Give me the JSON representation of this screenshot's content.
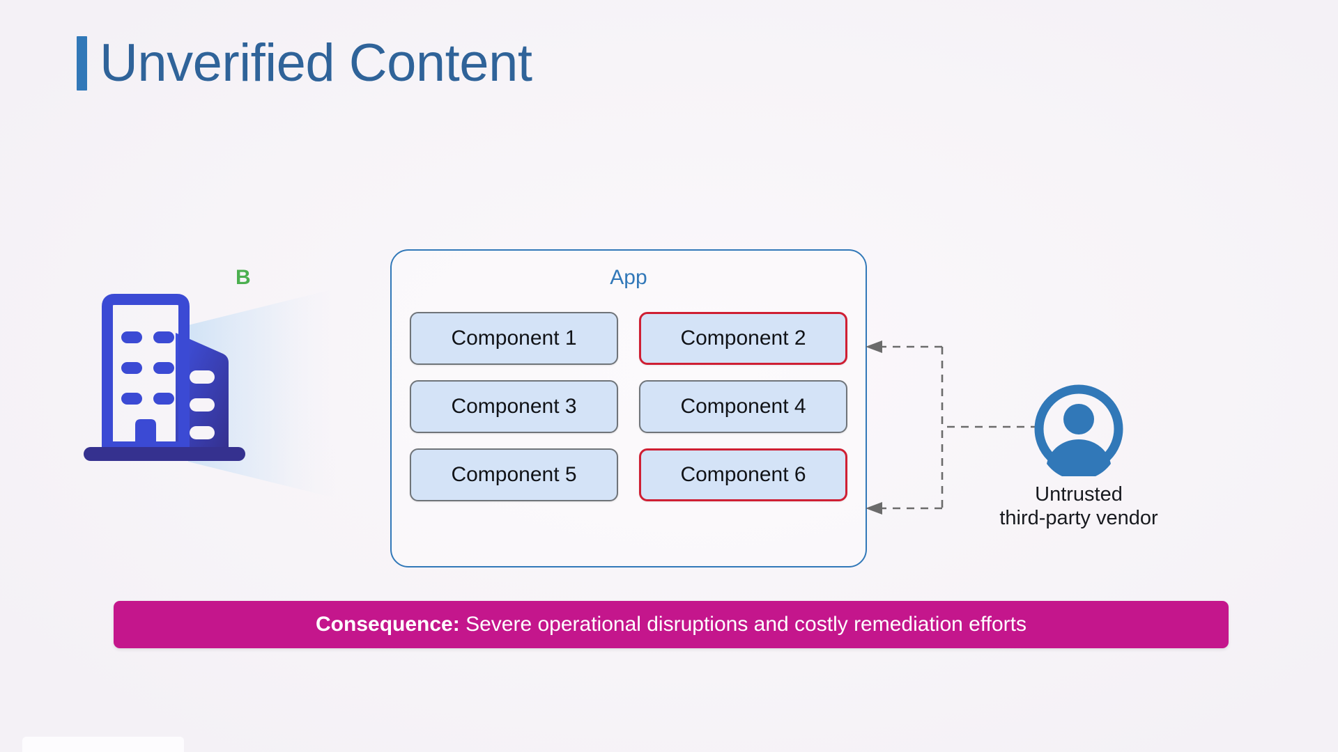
{
  "slide": {
    "title": "Unverified Content",
    "accent_color": "#3178b8",
    "background_color": "#f7f4f8"
  },
  "company": {
    "label": "B",
    "label_color": "#4caf50",
    "icon": "office-building-icon",
    "building_color": "#3b4ad4",
    "beam_color": "#cfe2f6"
  },
  "app": {
    "title": "App",
    "border_color": "#3178b8",
    "components": [
      {
        "label": "Component 1",
        "flagged": false
      },
      {
        "label": "Component 2",
        "flagged": true
      },
      {
        "label": "Component 3",
        "flagged": false
      },
      {
        "label": "Component 4",
        "flagged": false
      },
      {
        "label": "Component 5",
        "flagged": false
      },
      {
        "label": "Component 6",
        "flagged": true
      }
    ],
    "component_fill": "#d4e3f7",
    "component_border": "#6f7479",
    "flagged_border": "#cf1f33"
  },
  "vendor": {
    "icon": "user-avatar-icon",
    "icon_color": "#3178b8",
    "label_line1": "Untrusted",
    "label_line2": "third-party vendor",
    "connects_to": [
      "Component 2",
      "Component 6"
    ],
    "connector_style": "dashed",
    "connector_color": "#6b6b6b"
  },
  "consequence": {
    "prefix": "Consequence:",
    "text": "Severe operational disruptions and costly remediation efforts",
    "background_color": "#c4168c",
    "text_color": "#ffffff"
  }
}
